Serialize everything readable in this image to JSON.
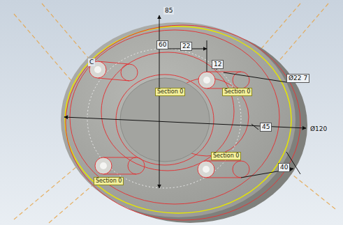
{
  "diagram": {
    "labels": [
      "85",
      "60",
      "22",
      "Ø22 7",
      "12",
      "C",
      "Section 0",
      "Section 0",
      "Section 0",
      "Section 0",
      "45",
      "Ø120",
      "40"
    ]
  }
}
